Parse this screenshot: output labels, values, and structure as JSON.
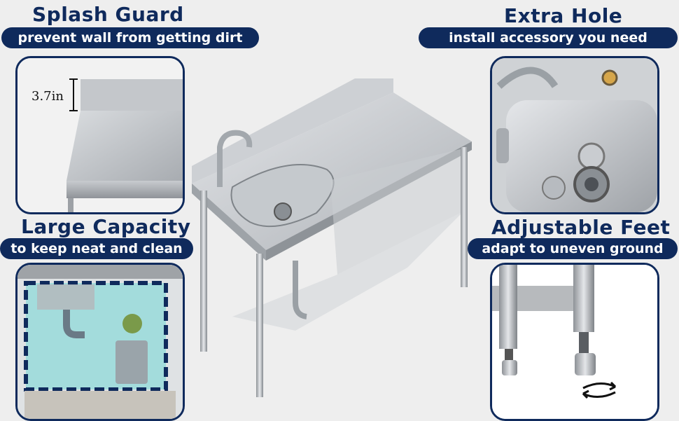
{
  "splash_guard": {
    "title": "Splash Guard",
    "subtitle": "prevent wall from getting dirt",
    "height_label": "3.7in"
  },
  "extra_hole": {
    "title": "Extra Hole",
    "subtitle": "install accessory you need"
  },
  "large_capacity": {
    "title": "Large Capacity",
    "subtitle": "to keep neat and clean"
  },
  "adjustable_feet": {
    "title": "Adjustable Feet",
    "subtitle": "adapt to uneven ground"
  },
  "colors": {
    "navy": "#0f2a5c",
    "steel": "#b9bcc0"
  }
}
